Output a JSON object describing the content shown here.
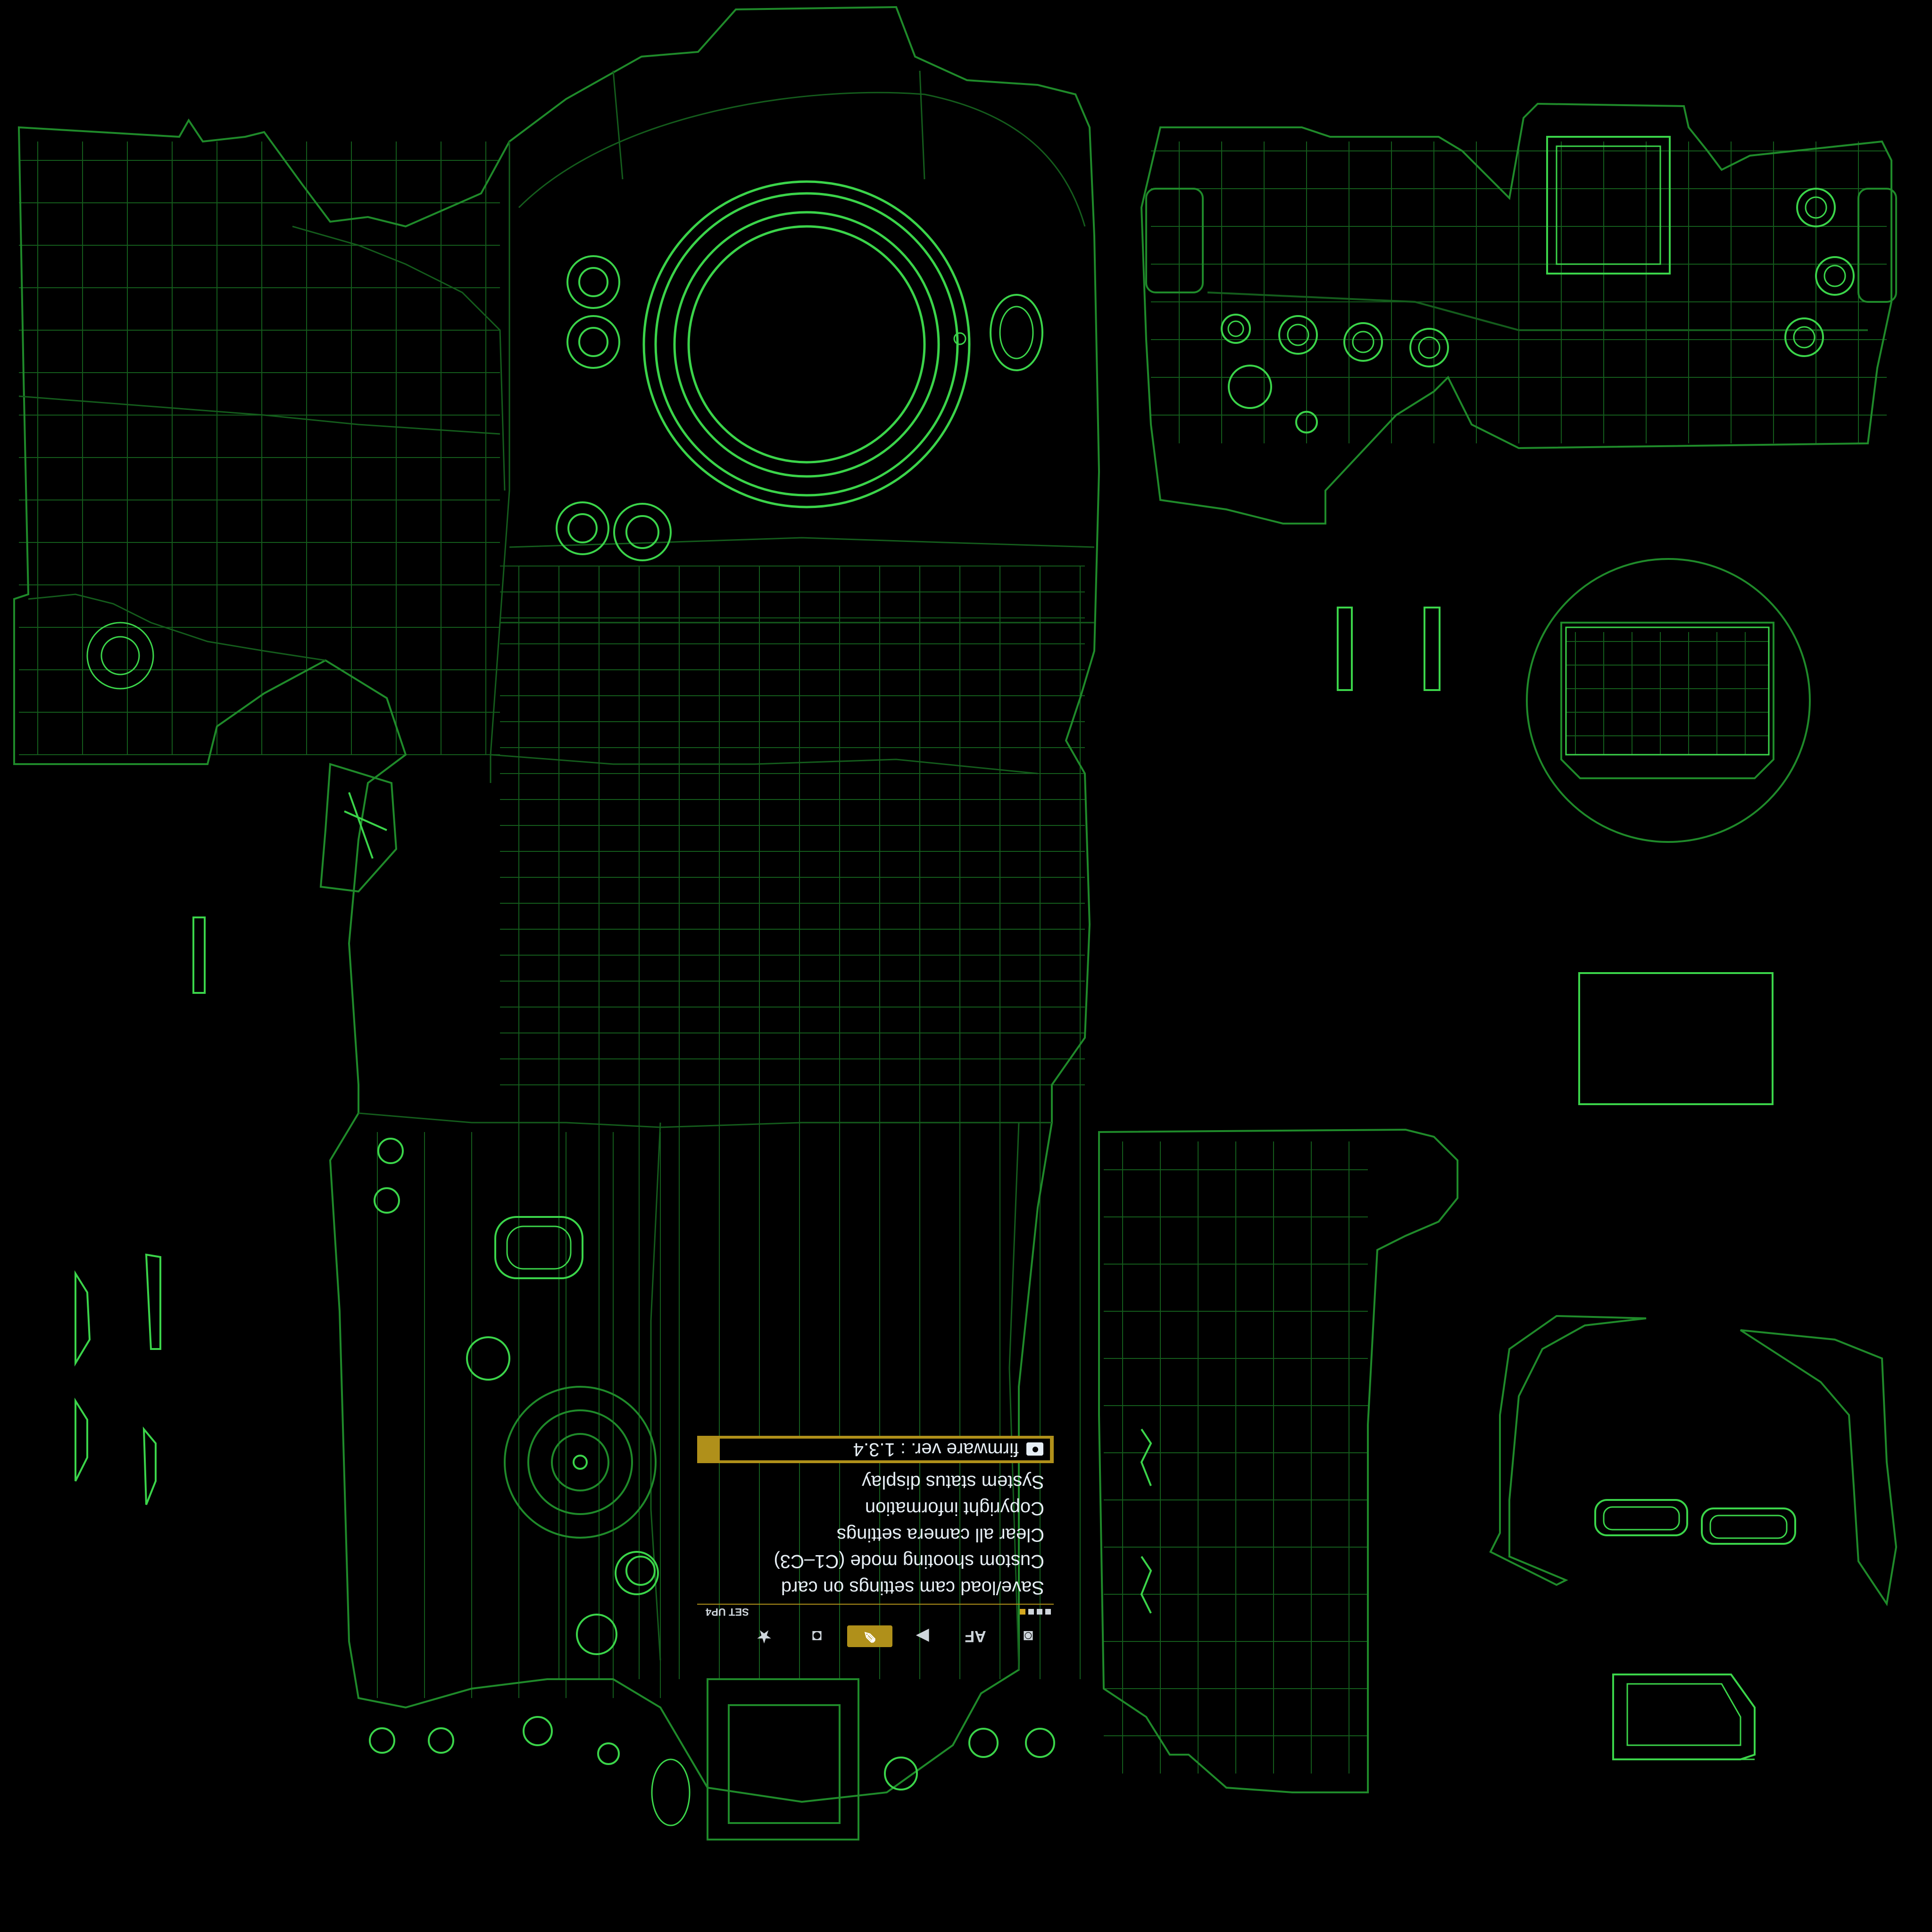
{
  "colors": {
    "background": "#000000",
    "wire_main": "#1f8a2a",
    "wire_bright": "#3bd44a",
    "wire_dim": "#145c1c",
    "menu_highlight": "#b0901a",
    "menu_text": "#e6eef4"
  },
  "camera_menu": {
    "tabs": [
      {
        "label": "",
        "icon": "camera-icon"
      },
      {
        "label": "AF",
        "icon": ""
      },
      {
        "label": "",
        "icon": "playback-icon"
      },
      {
        "label": "",
        "icon": "wrench-icon"
      },
      {
        "label": "",
        "icon": "custom-functions-icon"
      },
      {
        "label": "★",
        "icon": "my-menu-star-icon"
      }
    ],
    "active_tab_index": 3,
    "page_label": "SET UP4",
    "page_indicator_count": 4,
    "page_indicator_active": 4,
    "items": [
      "Save/load cam settings on card",
      "Custom shooting mode (C1–C3)",
      "Clear all camera settings",
      "Copyright information",
      "System status display"
    ],
    "selected_item": {
      "icon": "camera-icon",
      "text": "firmware ver. : 1.3.4"
    }
  }
}
